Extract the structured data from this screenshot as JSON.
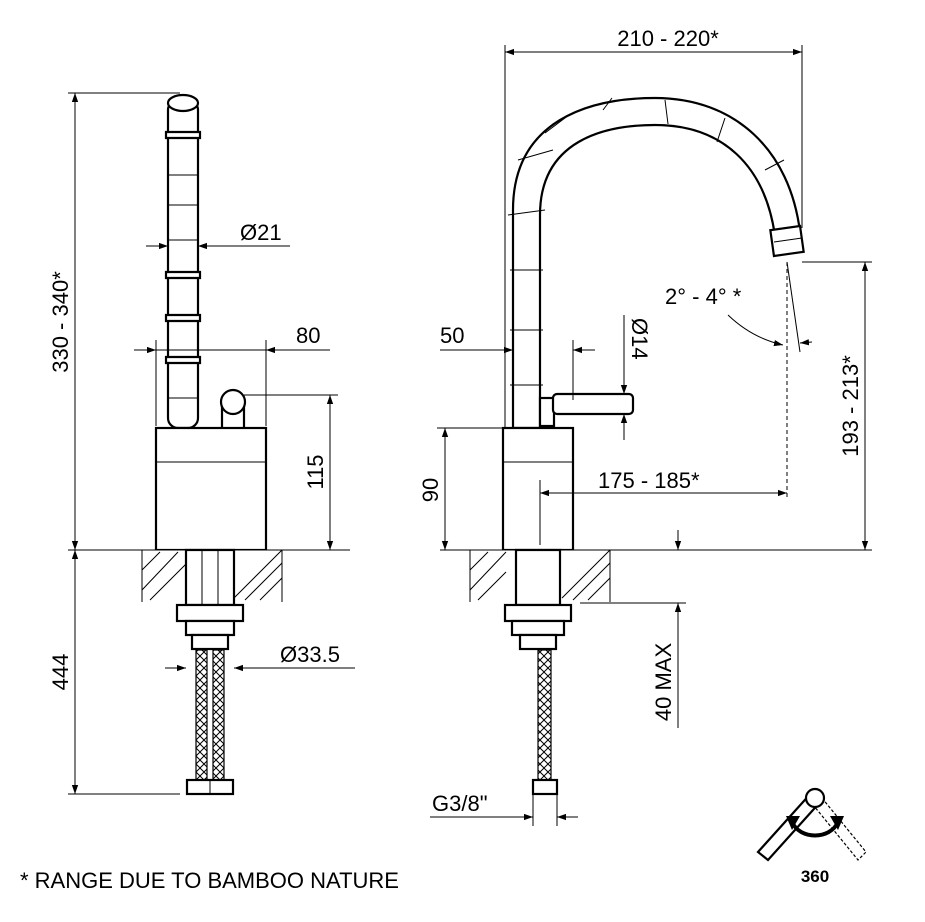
{
  "dimensions": {
    "spout_width": "210 - 220*",
    "total_height": "330 - 340*",
    "spout_diameter": "Ø21",
    "base_width": "80",
    "lever_height": "115",
    "shank_length": "444",
    "shank_diameter": "Ø33.5",
    "spout_angle": "2° - 4° *",
    "lever_offset": "50",
    "lever_diameter": "Ø14",
    "outlet_height": "193 - 213*",
    "body_height": "90",
    "spout_reach": "175 - 185*",
    "max_deck": "40 MAX",
    "thread": "G3/8\""
  },
  "footnote": "* RANGE DUE TO BAMBOO NATURE",
  "rotation": {
    "label": "360",
    "icon": "rotation-360-icon"
  }
}
